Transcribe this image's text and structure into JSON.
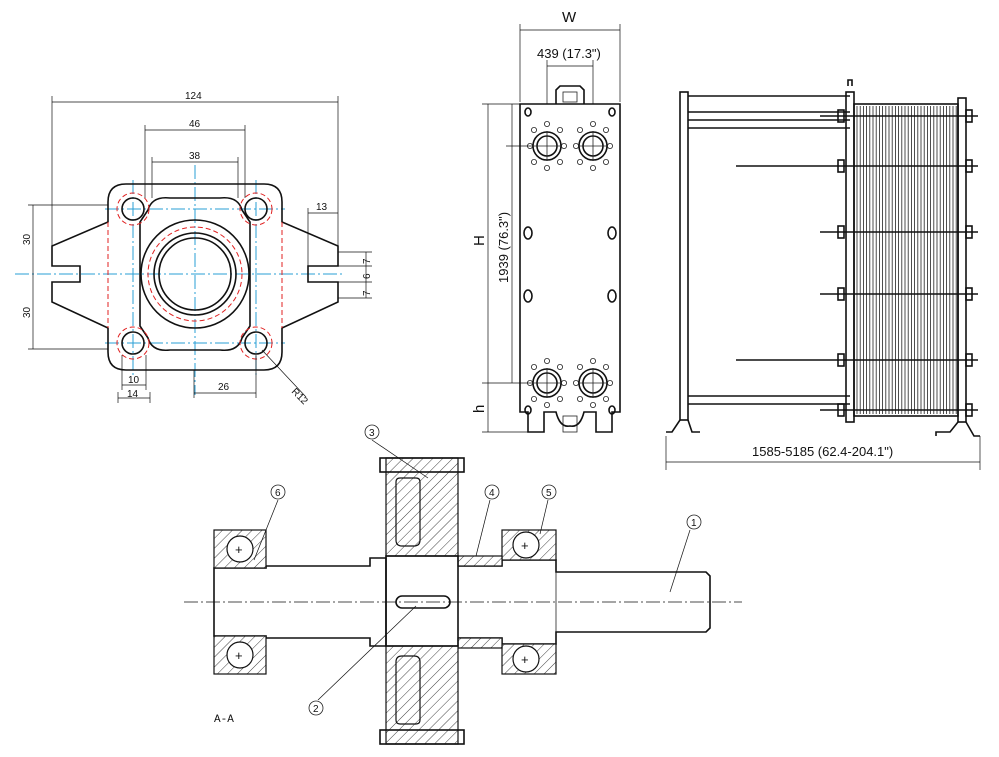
{
  "flange": {
    "dims": {
      "overall_width": "124",
      "bolt_spacing": "46",
      "inner_spacing": "38",
      "slot_depth": "13",
      "upper_half": "30",
      "lower_half": "30",
      "slot_top": "7",
      "slot_mid": "6",
      "slot_bottom": "7",
      "hole_offset": "10",
      "hole_offset_outer": "14",
      "spacing_bottom": "26",
      "radius": "R12"
    }
  },
  "heat_exchanger_front": {
    "width_label": "W",
    "port_spacing": "439 (17.3\")",
    "height_label": "H",
    "height_value": "1939 (76.3\")",
    "h_label": "h"
  },
  "heat_exchanger_side": {
    "length_range": "1585-5185 (62.4-204.1\")"
  },
  "shaft_assembly": {
    "section_label": "A-A",
    "callouts": [
      "1",
      "2",
      "3",
      "4",
      "5",
      "6"
    ]
  }
}
